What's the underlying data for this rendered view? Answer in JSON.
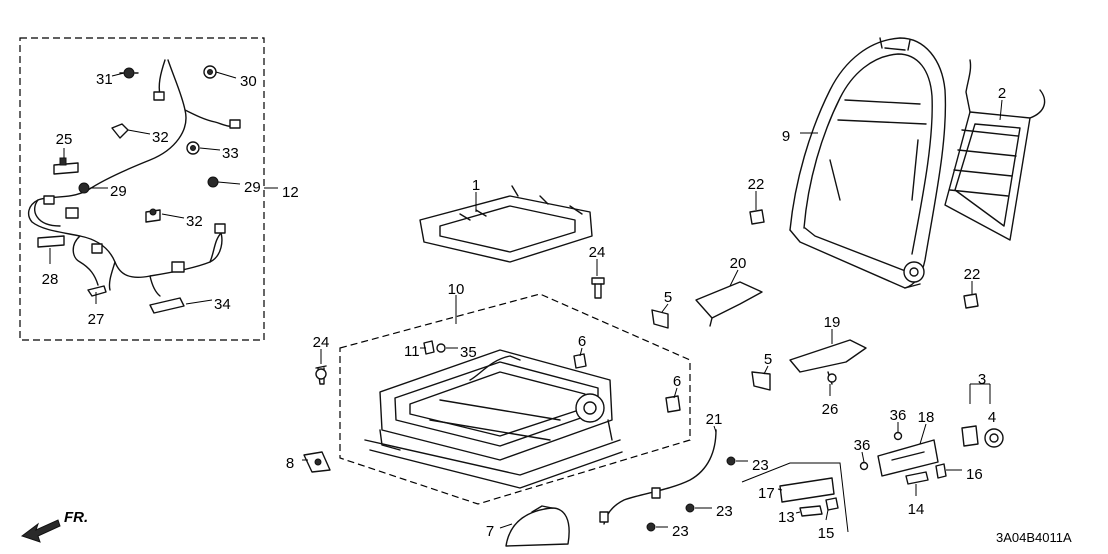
{
  "diagram": {
    "code": "3A04B4011A",
    "front_label": "FR.",
    "callouts": [
      {
        "id": "c1",
        "text": "1"
      },
      {
        "id": "c2",
        "text": "2"
      },
      {
        "id": "c3",
        "text": "3"
      },
      {
        "id": "c4",
        "text": "4"
      },
      {
        "id": "c5a",
        "text": "5"
      },
      {
        "id": "c5b",
        "text": "5"
      },
      {
        "id": "c6a",
        "text": "6"
      },
      {
        "id": "c6b",
        "text": "6"
      },
      {
        "id": "c7",
        "text": "7"
      },
      {
        "id": "c8",
        "text": "8"
      },
      {
        "id": "c9",
        "text": "9"
      },
      {
        "id": "c10",
        "text": "10"
      },
      {
        "id": "c11",
        "text": "11"
      },
      {
        "id": "c12",
        "text": "12"
      },
      {
        "id": "c13",
        "text": "13"
      },
      {
        "id": "c14",
        "text": "14"
      },
      {
        "id": "c15",
        "text": "15"
      },
      {
        "id": "c16",
        "text": "16"
      },
      {
        "id": "c17",
        "text": "17"
      },
      {
        "id": "c18",
        "text": "18"
      },
      {
        "id": "c19",
        "text": "19"
      },
      {
        "id": "c20",
        "text": "20"
      },
      {
        "id": "c21",
        "text": "21"
      },
      {
        "id": "c22a",
        "text": "22"
      },
      {
        "id": "c22b",
        "text": "22"
      },
      {
        "id": "c23a",
        "text": "23"
      },
      {
        "id": "c23b",
        "text": "23"
      },
      {
        "id": "c23c",
        "text": "23"
      },
      {
        "id": "c24a",
        "text": "24"
      },
      {
        "id": "c24b",
        "text": "24"
      },
      {
        "id": "c25",
        "text": "25"
      },
      {
        "id": "c26",
        "text": "26"
      },
      {
        "id": "c27",
        "text": "27"
      },
      {
        "id": "c28",
        "text": "28"
      },
      {
        "id": "c29a",
        "text": "29"
      },
      {
        "id": "c29b",
        "text": "29"
      },
      {
        "id": "c30",
        "text": "30"
      },
      {
        "id": "c31",
        "text": "31"
      },
      {
        "id": "c32a",
        "text": "32"
      },
      {
        "id": "c32b",
        "text": "32"
      },
      {
        "id": "c33",
        "text": "33"
      },
      {
        "id": "c34",
        "text": "34"
      },
      {
        "id": "c35",
        "text": "35"
      },
      {
        "id": "c36a",
        "text": "36"
      },
      {
        "id": "c36b",
        "text": "36"
      }
    ]
  }
}
